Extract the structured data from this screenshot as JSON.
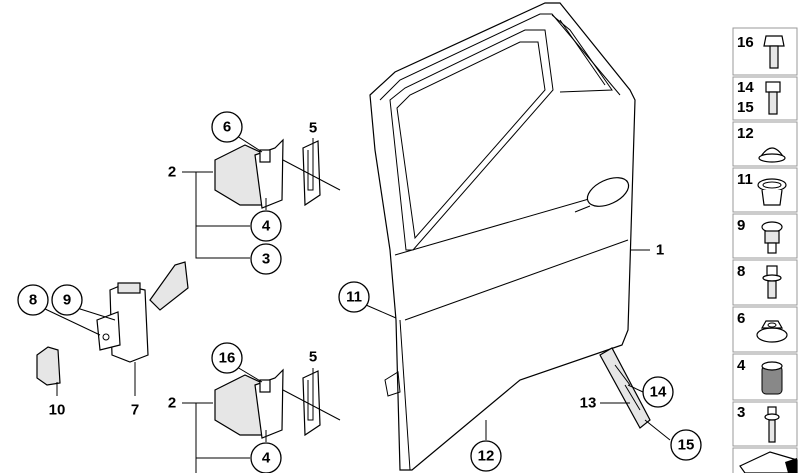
{
  "diagram": {
    "callouts_circled": [
      {
        "id": "c6a",
        "label": "6"
      },
      {
        "id": "c4a",
        "label": "4"
      },
      {
        "id": "c3",
        "label": "3"
      },
      {
        "id": "c8",
        "label": "8"
      },
      {
        "id": "c9",
        "label": "9"
      },
      {
        "id": "c11",
        "label": "11"
      },
      {
        "id": "c16",
        "label": "16"
      },
      {
        "id": "c4b",
        "label": "4"
      },
      {
        "id": "c12",
        "label": "12"
      },
      {
        "id": "c14",
        "label": "14"
      },
      {
        "id": "c15",
        "label": "15"
      }
    ],
    "callouts_plain": [
      {
        "id": "p5a",
        "label": "5"
      },
      {
        "id": "p2a",
        "label": "2"
      },
      {
        "id": "p1",
        "label": "1"
      },
      {
        "id": "p10",
        "label": "10"
      },
      {
        "id": "p7",
        "label": "7"
      },
      {
        "id": "p5b",
        "label": "5"
      },
      {
        "id": "p2b",
        "label": "2"
      },
      {
        "id": "p13",
        "label": "13"
      }
    ]
  },
  "parts_legend": [
    {
      "labels": [
        "16"
      ],
      "icon": "flange-bolt"
    },
    {
      "labels": [
        "14",
        "15"
      ],
      "icon": "bolt"
    },
    {
      "labels": [
        "12"
      ],
      "icon": "plug-cap"
    },
    {
      "labels": [
        "11"
      ],
      "icon": "grommet"
    },
    {
      "labels": [
        "9"
      ],
      "icon": "screw"
    },
    {
      "labels": [
        "8"
      ],
      "icon": "torx-bolt"
    },
    {
      "labels": [
        "6"
      ],
      "icon": "hex-nut"
    },
    {
      "labels": [
        "4"
      ],
      "icon": "bushing"
    },
    {
      "labels": [
        "3"
      ],
      "icon": "pin"
    },
    {
      "labels": [],
      "icon": "bracket"
    }
  ]
}
